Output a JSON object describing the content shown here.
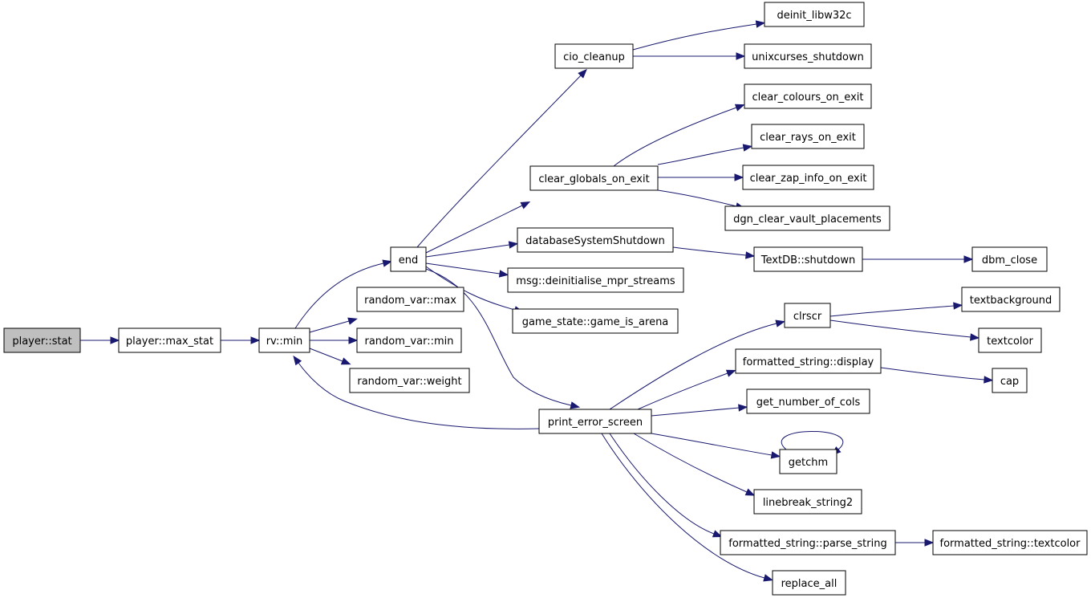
{
  "graph": {
    "edge_color": "#191970",
    "root_fill": "#bfbfbf",
    "nodes": [
      {
        "id": "player_stat",
        "label": "player::stat"
      },
      {
        "id": "max_stat",
        "label": "player::max_stat"
      },
      {
        "id": "rv_min",
        "label": "rv::min"
      },
      {
        "id": "end",
        "label": "end"
      },
      {
        "id": "rv_max",
        "label": "random_var::max"
      },
      {
        "id": "rv_min2",
        "label": "random_var::min"
      },
      {
        "id": "rv_weight",
        "label": "random_var::weight"
      },
      {
        "id": "cio_cleanup",
        "label": "cio_cleanup"
      },
      {
        "id": "clear_globals",
        "label": "clear_globals_on_exit"
      },
      {
        "id": "db_shutdown",
        "label": "databaseSystemShutdown"
      },
      {
        "id": "msg_deinit",
        "label": "msg::deinitialise_mpr_streams"
      },
      {
        "id": "game_arena",
        "label": "game_state::game_is_arena"
      },
      {
        "id": "print_error",
        "label": "print_error_screen"
      },
      {
        "id": "deinit_libw32c",
        "label": "deinit_libw32c"
      },
      {
        "id": "unixcurses",
        "label": "unixcurses_shutdown"
      },
      {
        "id": "clear_colours",
        "label": "clear_colours_on_exit"
      },
      {
        "id": "clear_rays",
        "label": "clear_rays_on_exit"
      },
      {
        "id": "clear_zap",
        "label": "clear_zap_info_on_exit"
      },
      {
        "id": "dgn_clear",
        "label": "dgn_clear_vault_placements"
      },
      {
        "id": "textdb_shutdown",
        "label": "TextDB::shutdown"
      },
      {
        "id": "dbm_close",
        "label": "dbm_close"
      },
      {
        "id": "clrscr",
        "label": "clrscr"
      },
      {
        "id": "fs_display",
        "label": "formatted_string::display"
      },
      {
        "id": "get_cols",
        "label": "get_number_of_cols"
      },
      {
        "id": "getchm",
        "label": "getchm"
      },
      {
        "id": "linebreak",
        "label": "linebreak_string2"
      },
      {
        "id": "fs_parse",
        "label": "formatted_string::parse_string"
      },
      {
        "id": "replace_all",
        "label": "replace_all"
      },
      {
        "id": "textbackground",
        "label": "textbackground"
      },
      {
        "id": "textcolor",
        "label": "textcolor"
      },
      {
        "id": "cap",
        "label": "cap"
      },
      {
        "id": "fs_textcolor",
        "label": "formatted_string::textcolor"
      }
    ],
    "edges": [
      {
        "from": "player_stat",
        "to": "max_stat"
      },
      {
        "from": "max_stat",
        "to": "rv_min"
      },
      {
        "from": "rv_min",
        "to": "end"
      },
      {
        "from": "rv_min",
        "to": "rv_max"
      },
      {
        "from": "rv_min",
        "to": "rv_min2"
      },
      {
        "from": "rv_min",
        "to": "rv_weight"
      },
      {
        "from": "end",
        "to": "cio_cleanup"
      },
      {
        "from": "end",
        "to": "clear_globals"
      },
      {
        "from": "end",
        "to": "db_shutdown"
      },
      {
        "from": "end",
        "to": "msg_deinit"
      },
      {
        "from": "end",
        "to": "game_arena"
      },
      {
        "from": "end",
        "to": "print_error"
      },
      {
        "from": "cio_cleanup",
        "to": "deinit_libw32c"
      },
      {
        "from": "cio_cleanup",
        "to": "unixcurses"
      },
      {
        "from": "clear_globals",
        "to": "clear_colours"
      },
      {
        "from": "clear_globals",
        "to": "clear_rays"
      },
      {
        "from": "clear_globals",
        "to": "clear_zap"
      },
      {
        "from": "clear_globals",
        "to": "dgn_clear"
      },
      {
        "from": "db_shutdown",
        "to": "textdb_shutdown"
      },
      {
        "from": "textdb_shutdown",
        "to": "dbm_close"
      },
      {
        "from": "print_error",
        "to": "rv_min"
      },
      {
        "from": "print_error",
        "to": "clrscr"
      },
      {
        "from": "print_error",
        "to": "fs_display"
      },
      {
        "from": "print_error",
        "to": "get_cols"
      },
      {
        "from": "print_error",
        "to": "getchm"
      },
      {
        "from": "print_error",
        "to": "linebreak"
      },
      {
        "from": "print_error",
        "to": "fs_parse"
      },
      {
        "from": "print_error",
        "to": "replace_all"
      },
      {
        "from": "clrscr",
        "to": "textbackground"
      },
      {
        "from": "clrscr",
        "to": "textcolor"
      },
      {
        "from": "fs_display",
        "to": "cap"
      },
      {
        "from": "fs_parse",
        "to": "fs_textcolor"
      },
      {
        "from": "getchm",
        "to": "getchm"
      }
    ]
  }
}
